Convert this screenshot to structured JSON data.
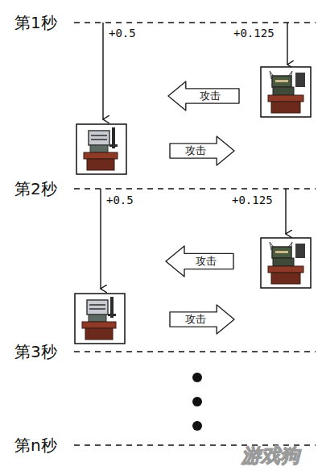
{
  "diagram": {
    "nodes": [
      {
        "text": [
          "攻击"
        ]
      },
      {
        "text": [
          "攻击"
        ]
      },
      {
        "text": [
          "攻击"
        ]
      },
      {
        "text": [
          "攻击"
        ]
      }
    ],
    "labels": [
      "第1秒",
      "+0.5",
      "+0.125",
      "第2秒",
      "+0.5",
      "+0.125",
      "第3秒",
      "第n秒",
      "游戏狗"
    ]
  }
}
